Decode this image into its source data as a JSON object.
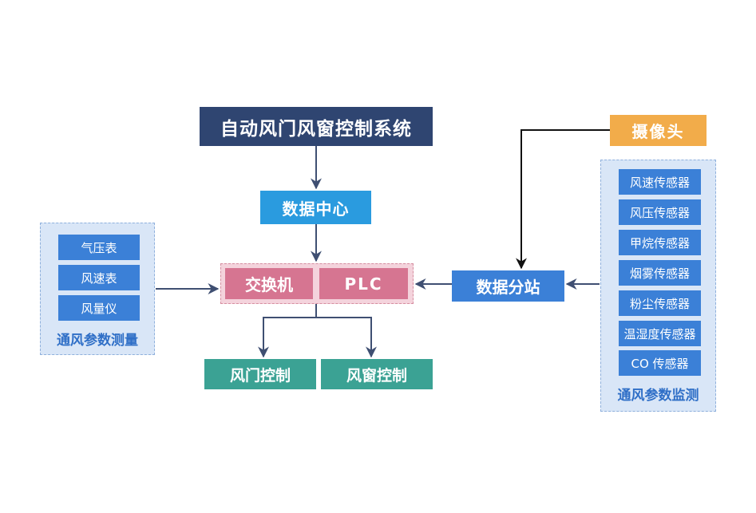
{
  "title": "自动风门风窗控制系统",
  "data_center": "数据中心",
  "switch": "交换机",
  "plc": "PLC",
  "door_control": "风门控制",
  "window_control": "风窗控制",
  "camera": "摄像头",
  "substation": "数据分站",
  "ventilation_measure": {
    "label": "通风参数测量",
    "items": [
      "气压表",
      "风速表",
      "风量仪"
    ]
  },
  "ventilation_monitor": {
    "label": "通风参数监测",
    "items": [
      "风速传感器",
      "风压传感器",
      "甲烷传感器",
      "烟雾传感器",
      "粉尘传感器",
      "温湿度传感器",
      "CO 传感器"
    ]
  },
  "colors": {
    "title": "#2f4571",
    "data_center": "#2a9bdf",
    "plc_group": "#d67591",
    "control": "#3ba294",
    "camera": "#f2ac4a",
    "sensor": "#3b80d7",
    "arrow": "#3f4f72"
  }
}
